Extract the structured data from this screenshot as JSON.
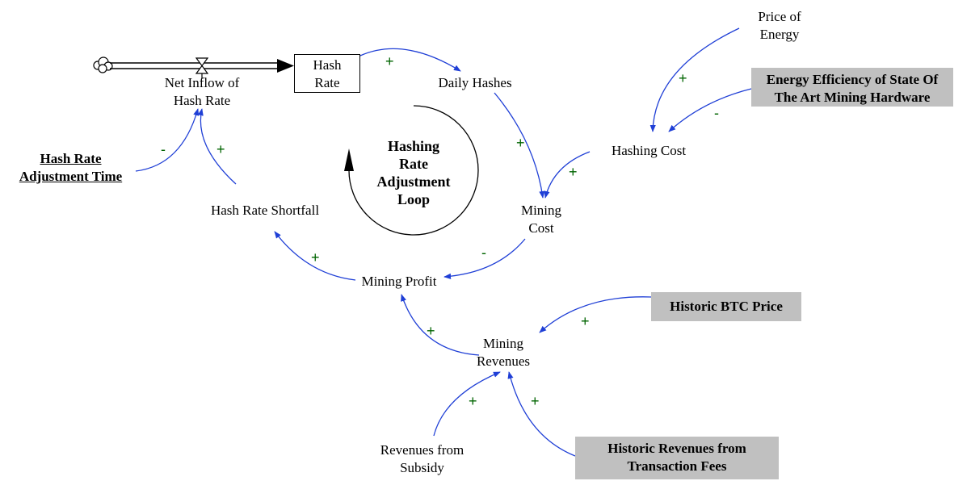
{
  "variables": {
    "hash_rate": [
      "Hash",
      "Rate"
    ],
    "net_inflow": [
      "Net Inflow of",
      "Hash Rate"
    ],
    "daily_hashes": "Daily Hashes",
    "price_energy": [
      "Price of",
      "Energy"
    ],
    "energy_efficiency": [
      "Energy Efficiency of State Of",
      "The Art Mining Hardware"
    ],
    "hashing_cost": "Hashing Cost",
    "mining_cost": [
      "Mining",
      "Cost"
    ],
    "hash_adj_time": [
      "Hash Rate",
      "Adjustment Time"
    ],
    "hash_shortfall": "Hash Rate Shortfall",
    "mining_profit": "Mining Profit",
    "historic_btc": "Historic BTC Price",
    "mining_revenues": [
      "Mining",
      "Revenues"
    ],
    "rev_subsidy": [
      "Revenues from",
      "Subsidy"
    ],
    "hist_tx_fees": [
      "Historic Revenues from",
      "Transaction Fees"
    ]
  },
  "loop": [
    "Hashing",
    "Rate",
    "Adjustment",
    "Loop"
  ],
  "polarities": {
    "hashrate_daily": "+",
    "price_hashing": "+",
    "eff_hashing": "-",
    "daily_mining": "+",
    "hashing_mining": "+",
    "adj_inflow": "-",
    "shortfall_inflow": "+",
    "mining_profit": "-",
    "profit_shortfall": "+",
    "btc_revenues": "+",
    "revenues_profit": "+",
    "subsidy_revenues": "+",
    "fees_revenues": "+"
  },
  "colors": {
    "link": "#1f3fd6",
    "polarity": "#006400",
    "shaded_box": "#c0c0c0"
  }
}
